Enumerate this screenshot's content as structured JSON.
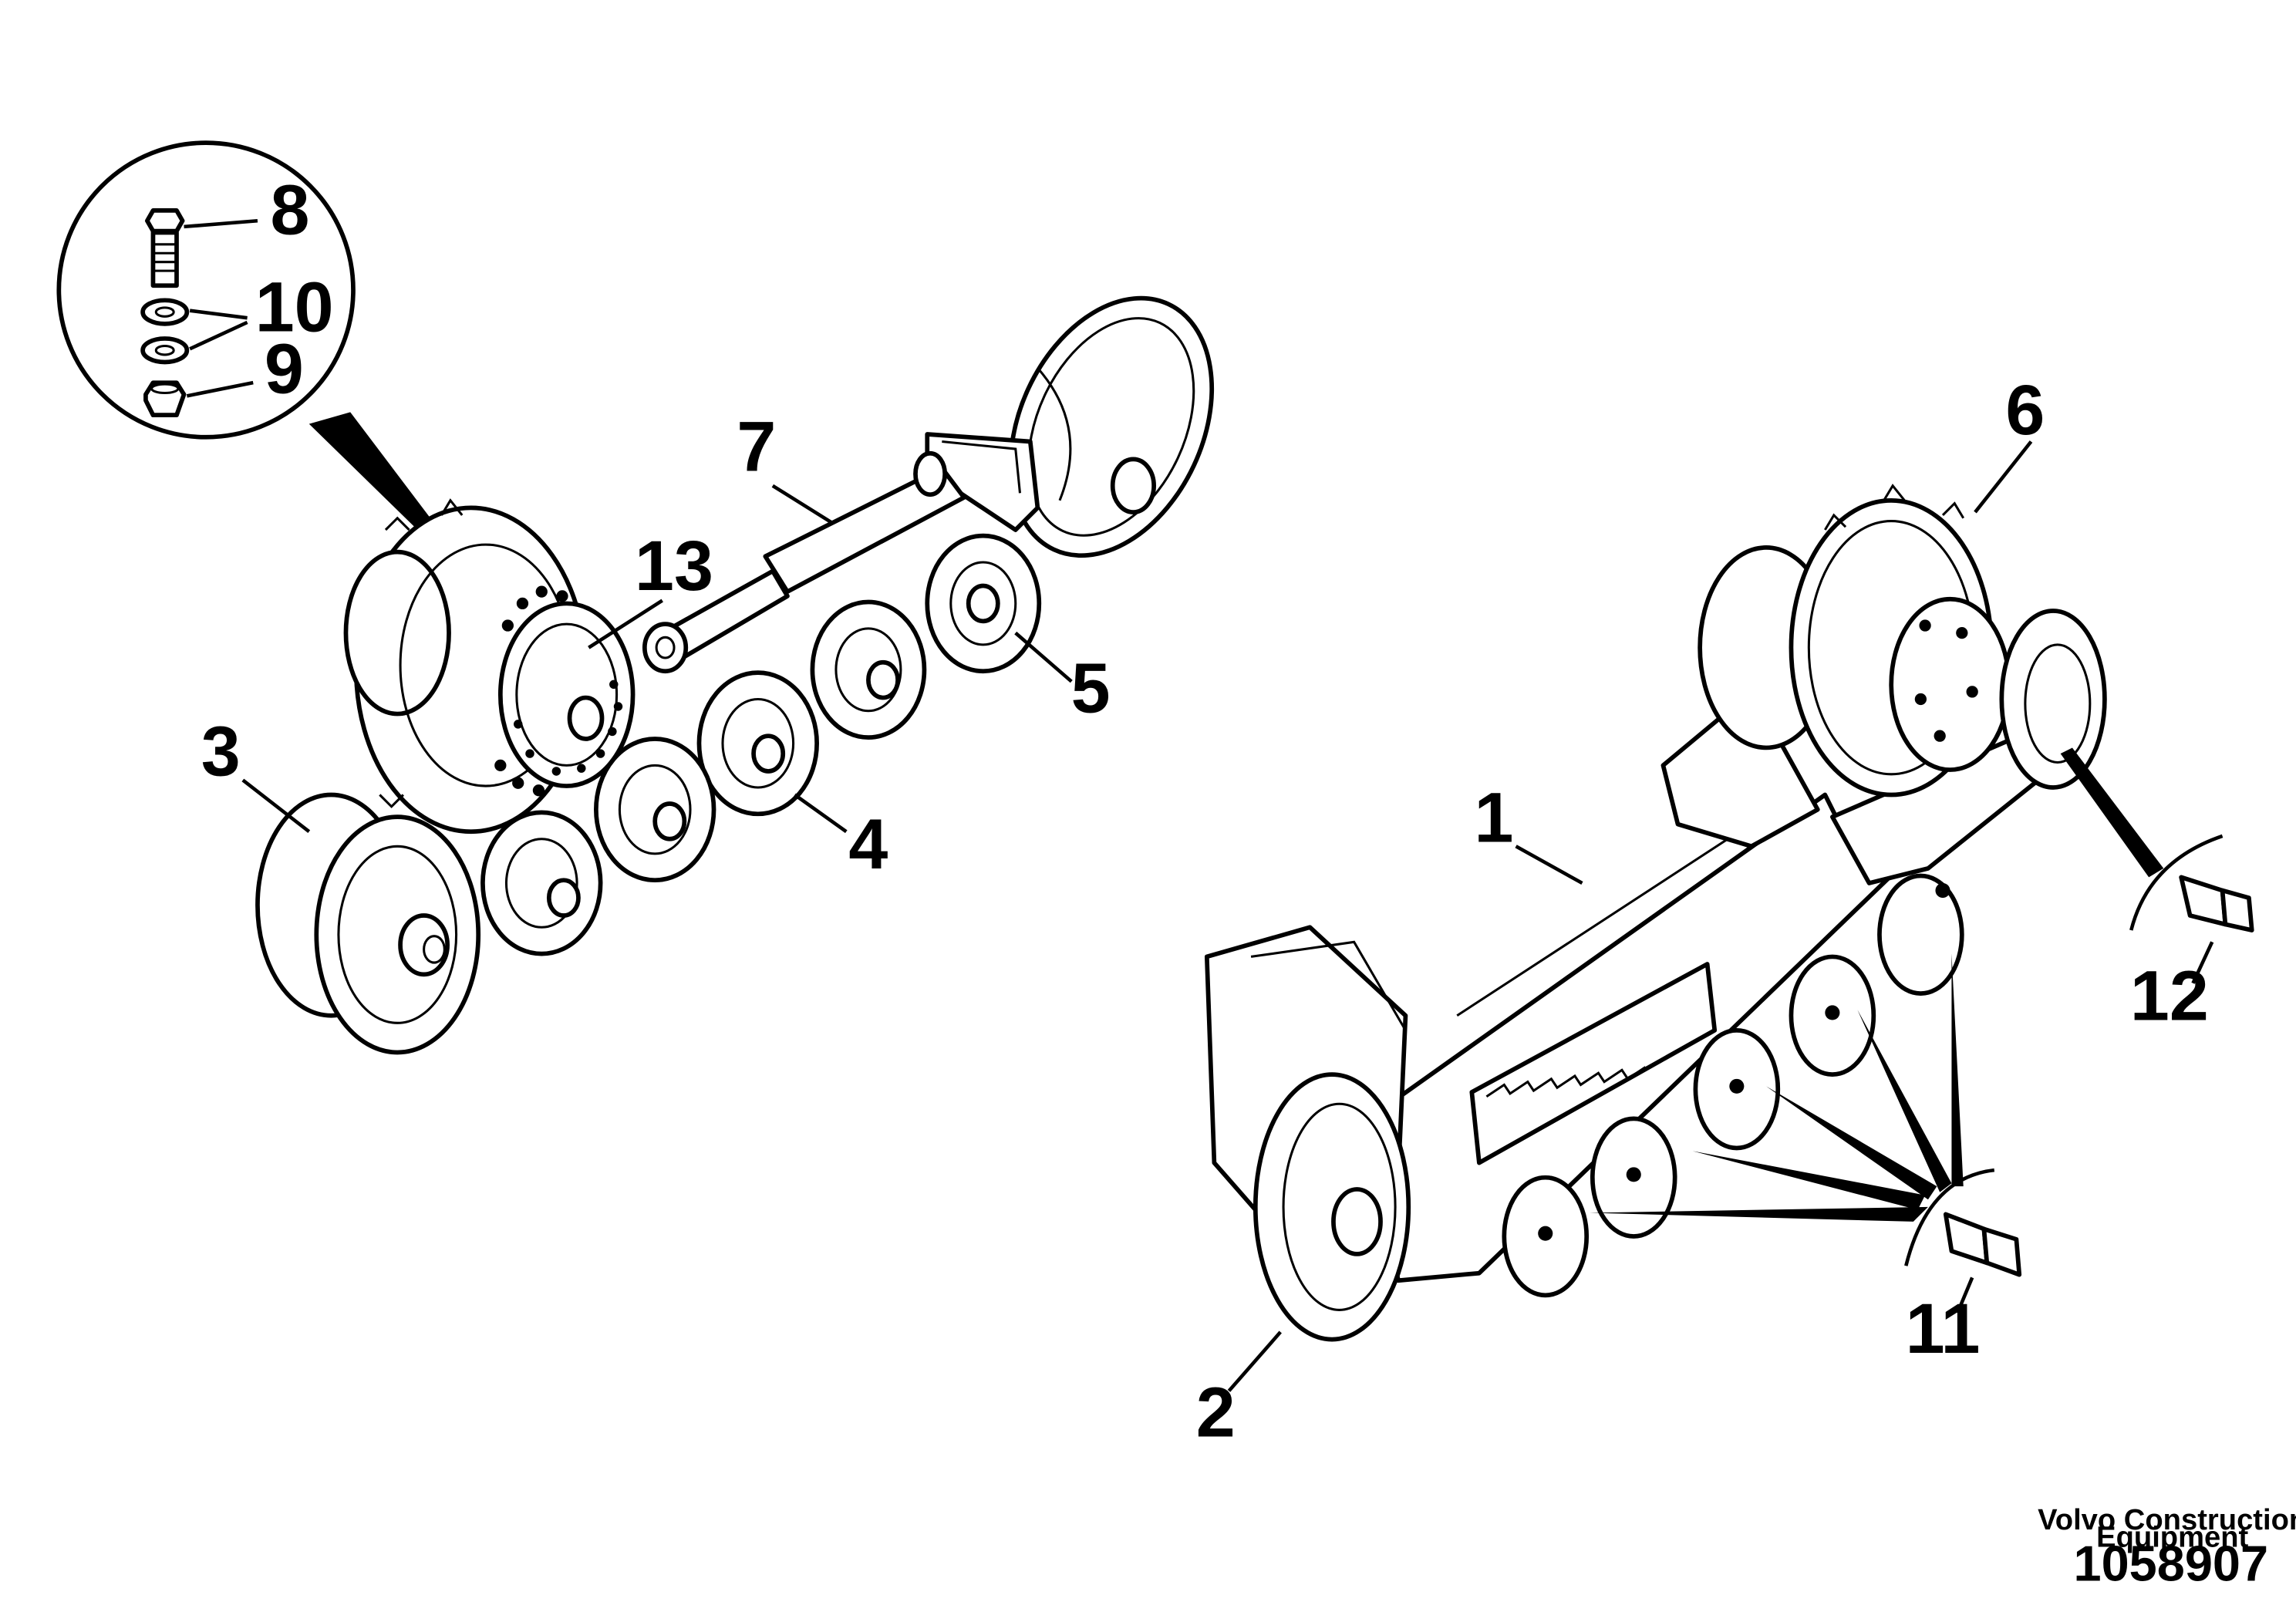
{
  "callouts": {
    "c1": "1",
    "c2": "2",
    "c3": "3",
    "c4": "4",
    "c5": "5",
    "c6": "6",
    "c7": "7",
    "c8": "8",
    "c9": "9",
    "c10": "10",
    "c11": "11",
    "c12": "12",
    "c13": "13"
  },
  "footer": {
    "brand_line1": "Volvo Construction",
    "brand_line2": "Equipment",
    "document_number": "1058907"
  }
}
